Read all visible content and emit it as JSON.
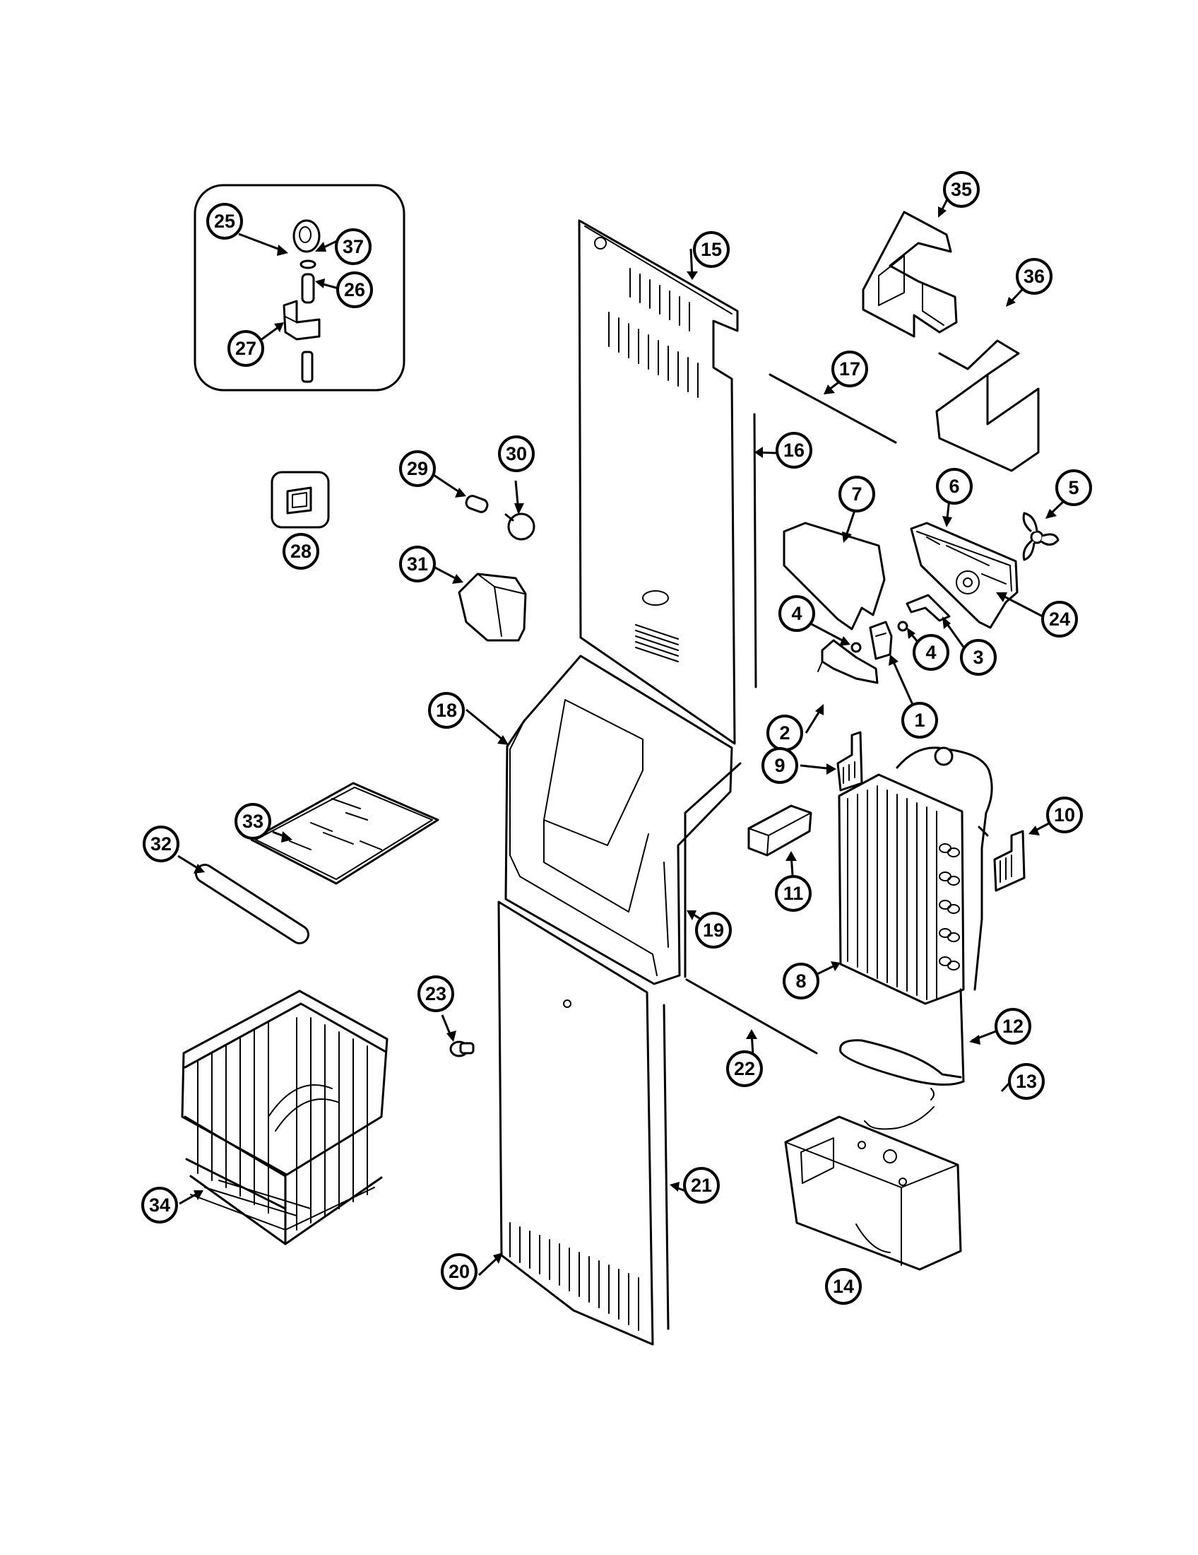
{
  "diagram": {
    "callouts": [
      {
        "id": "1",
        "label": "1"
      },
      {
        "id": "2",
        "label": "2"
      },
      {
        "id": "3",
        "label": "3"
      },
      {
        "id": "4a",
        "label": "4"
      },
      {
        "id": "4b",
        "label": "4"
      },
      {
        "id": "5",
        "label": "5"
      },
      {
        "id": "6",
        "label": "6"
      },
      {
        "id": "7",
        "label": "7"
      },
      {
        "id": "8",
        "label": "8"
      },
      {
        "id": "9",
        "label": "9"
      },
      {
        "id": "10",
        "label": "10"
      },
      {
        "id": "11",
        "label": "11"
      },
      {
        "id": "12",
        "label": "12"
      },
      {
        "id": "13",
        "label": "13"
      },
      {
        "id": "14",
        "label": "14"
      },
      {
        "id": "15",
        "label": "15"
      },
      {
        "id": "16",
        "label": "16"
      },
      {
        "id": "17",
        "label": "17"
      },
      {
        "id": "18",
        "label": "18"
      },
      {
        "id": "19",
        "label": "19"
      },
      {
        "id": "20",
        "label": "20"
      },
      {
        "id": "21",
        "label": "21"
      },
      {
        "id": "22",
        "label": "22"
      },
      {
        "id": "23",
        "label": "23"
      },
      {
        "id": "24",
        "label": "24"
      },
      {
        "id": "25",
        "label": "25"
      },
      {
        "id": "26",
        "label": "26"
      },
      {
        "id": "27",
        "label": "27"
      },
      {
        "id": "28",
        "label": "28"
      },
      {
        "id": "29",
        "label": "29"
      },
      {
        "id": "30",
        "label": "30"
      },
      {
        "id": "31",
        "label": "31"
      },
      {
        "id": "32",
        "label": "32"
      },
      {
        "id": "33",
        "label": "33"
      },
      {
        "id": "34",
        "label": "34"
      },
      {
        "id": "35",
        "label": "35"
      },
      {
        "id": "36",
        "label": "36"
      },
      {
        "id": "37",
        "label": "37"
      }
    ]
  }
}
